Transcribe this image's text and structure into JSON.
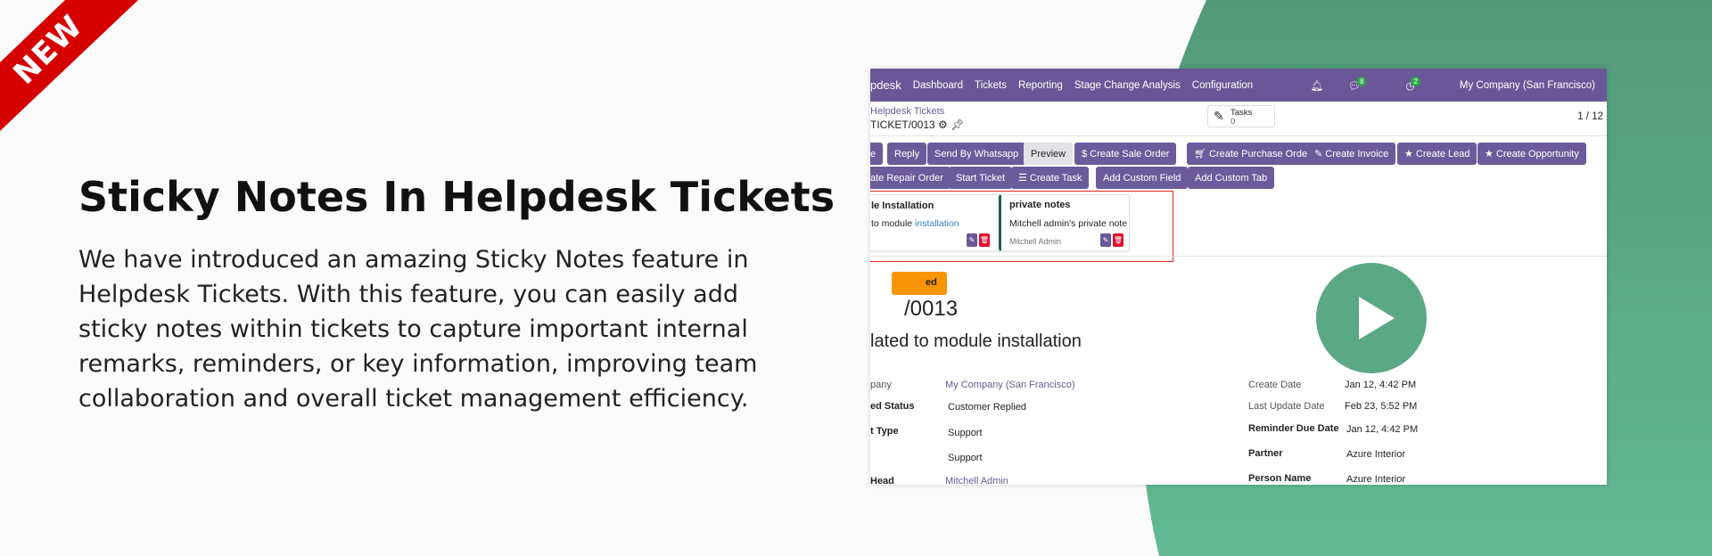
{
  "ribbon": {
    "label": "NEW",
    "color": "#d50000"
  },
  "heading": "Sticky Notes In Helpdesk Tickets",
  "description": "We have introduced an amazing Sticky Notes feature in Helpdesk Tickets. With this feature, you can easily add sticky notes within tickets to capture important internal remarks, reminders, or key information, improving team collaboration and overall ticket management efficiency.",
  "colors": {
    "accent": "#5ba887",
    "navbar": "#6a5797"
  },
  "app": {
    "nav": {
      "brand": "pdesk",
      "items": [
        "Dashboard",
        "Tickets",
        "Reporting",
        "Stage Change Analysis",
        "Configuration"
      ],
      "messages_count": "8",
      "activities_count": "2",
      "company": "My Company (San Francisco)"
    },
    "breadcrumb": {
      "parent": "Helpdesk Tickets",
      "current": "TICKET/0013"
    },
    "tasks": {
      "label": "Tasks",
      "count": "0"
    },
    "pager": "1 / 12",
    "buttons_row1": [
      "e",
      "Reply",
      "Send By Whatsapp",
      "Preview",
      "$ Create Sale Order",
      "Create Purchase Order",
      "Create Invoice",
      "★ Create Lead",
      "★ Create Opportunity"
    ],
    "buttons_row2": [
      "ate Repair Order",
      "Start Ticket",
      "Create Task",
      "Add Custom Field",
      "Add Custom Tab"
    ],
    "notes": [
      {
        "title": "le Installation",
        "body_prefix": "to module ",
        "body_link": "installation",
        "author": ""
      },
      {
        "title": "private notes",
        "body": "Mitchell admin's private note",
        "author": "Mitchell Admin"
      }
    ],
    "stage": "ed",
    "ticket_ref": "/0013",
    "subject": "lated to module installation",
    "fields_left": [
      {
        "label": "pany",
        "value": "My Company (San Francisco)"
      },
      {
        "label": "ed Status",
        "value": "Customer Replied"
      },
      {
        "label": "t Type",
        "value": "Support"
      },
      {
        "label": "",
        "value": "Support"
      },
      {
        "label": "Head",
        "value": "Mitchell Admin"
      }
    ],
    "fields_right": [
      {
        "label": "Create Date",
        "value": "Jan 12, 4:42 PM"
      },
      {
        "label": "Last Update Date",
        "value": "Feb 23, 5:52 PM"
      },
      {
        "label": "Reminder Due Date",
        "value": "Jan 12, 4:42 PM"
      },
      {
        "label": "Partner",
        "value": "Azure Interior"
      },
      {
        "label": "Person Name",
        "value": "Azure Interior"
      }
    ]
  }
}
